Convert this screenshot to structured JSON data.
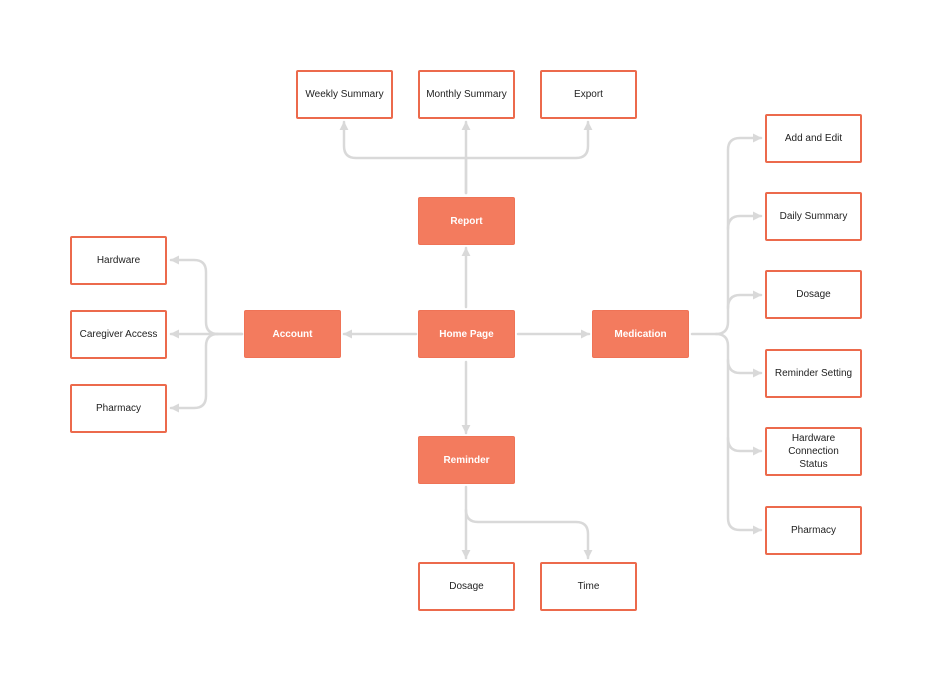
{
  "colors": {
    "accent": "#F37B5E",
    "accent_border": "#EC6A4C",
    "connector": "#D9D9D9"
  },
  "nodes": {
    "home": {
      "label": "Home Page"
    },
    "report": {
      "label": "Report"
    },
    "account": {
      "label": "Account"
    },
    "medication": {
      "label": "Medication"
    },
    "reminder": {
      "label": "Reminder"
    },
    "weekly_summary": {
      "label": "Weekly Summary"
    },
    "monthly_summary": {
      "label": "Monthly Summary"
    },
    "export": {
      "label": "Export"
    },
    "hardware": {
      "label": "Hardware"
    },
    "caregiver_access": {
      "label": "Caregiver Access"
    },
    "account_pharmacy": {
      "label": "Pharmacy"
    },
    "add_edit": {
      "label": "Add and Edit"
    },
    "daily_summary": {
      "label": "Daily Summary"
    },
    "med_dosage": {
      "label": "Dosage"
    },
    "reminder_setting": {
      "label": "Reminder Setting"
    },
    "hw_connection": {
      "label": "Hardware\nConnection Status"
    },
    "med_pharmacy": {
      "label": "Pharmacy"
    },
    "rem_dosage": {
      "label": "Dosage"
    },
    "rem_time": {
      "label": "Time"
    }
  }
}
